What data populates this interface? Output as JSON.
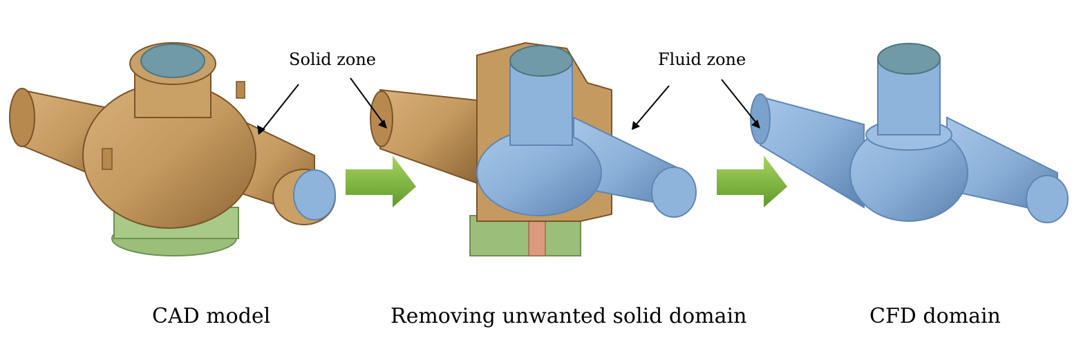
{
  "labels": {
    "solid_zone": "Solid zone",
    "fluid_zone": "Fluid zone"
  },
  "captions": {
    "cad_model": "CAD model",
    "removing": "Removing unwanted solid domain",
    "cfd_domain": "CFD domain"
  },
  "colors": {
    "bronze": "#c9a065",
    "bronze_dark": "#9c7440",
    "fluid_blue": "#8fb4dc",
    "fluid_blue_dark": "#5f86b3",
    "top_face": "#6f9aa6",
    "green_base": "#9bbf7a",
    "copper": "#d99a7e",
    "arrow_green": "#7fb83a"
  }
}
